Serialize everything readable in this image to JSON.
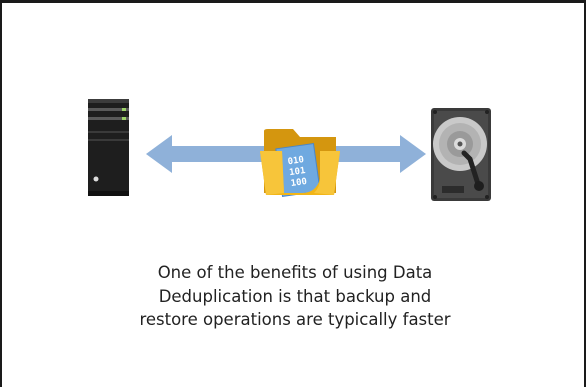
{
  "caption": {
    "line1": "One of the benefits of using Data",
    "line2": "Deduplication is that backup and",
    "line3": "restore operations are typically faster"
  },
  "folder_binary": {
    "row1": "010",
    "row2": "101",
    "row3": "100"
  },
  "icons": {
    "server": "server-tower-icon",
    "arrow": "bidirectional-arrow-icon",
    "folder": "folder-with-data-file-icon",
    "disk": "hard-disk-drive-icon"
  },
  "colors": {
    "arrow": "#8fb1d9",
    "server_body": "#1e1e1e",
    "folder": "#f2b517",
    "folder_dark": "#d4960f",
    "file": "#6fa9e0",
    "disk_case": "#3a3a3a",
    "disk_platter": "#c9c9c9"
  }
}
